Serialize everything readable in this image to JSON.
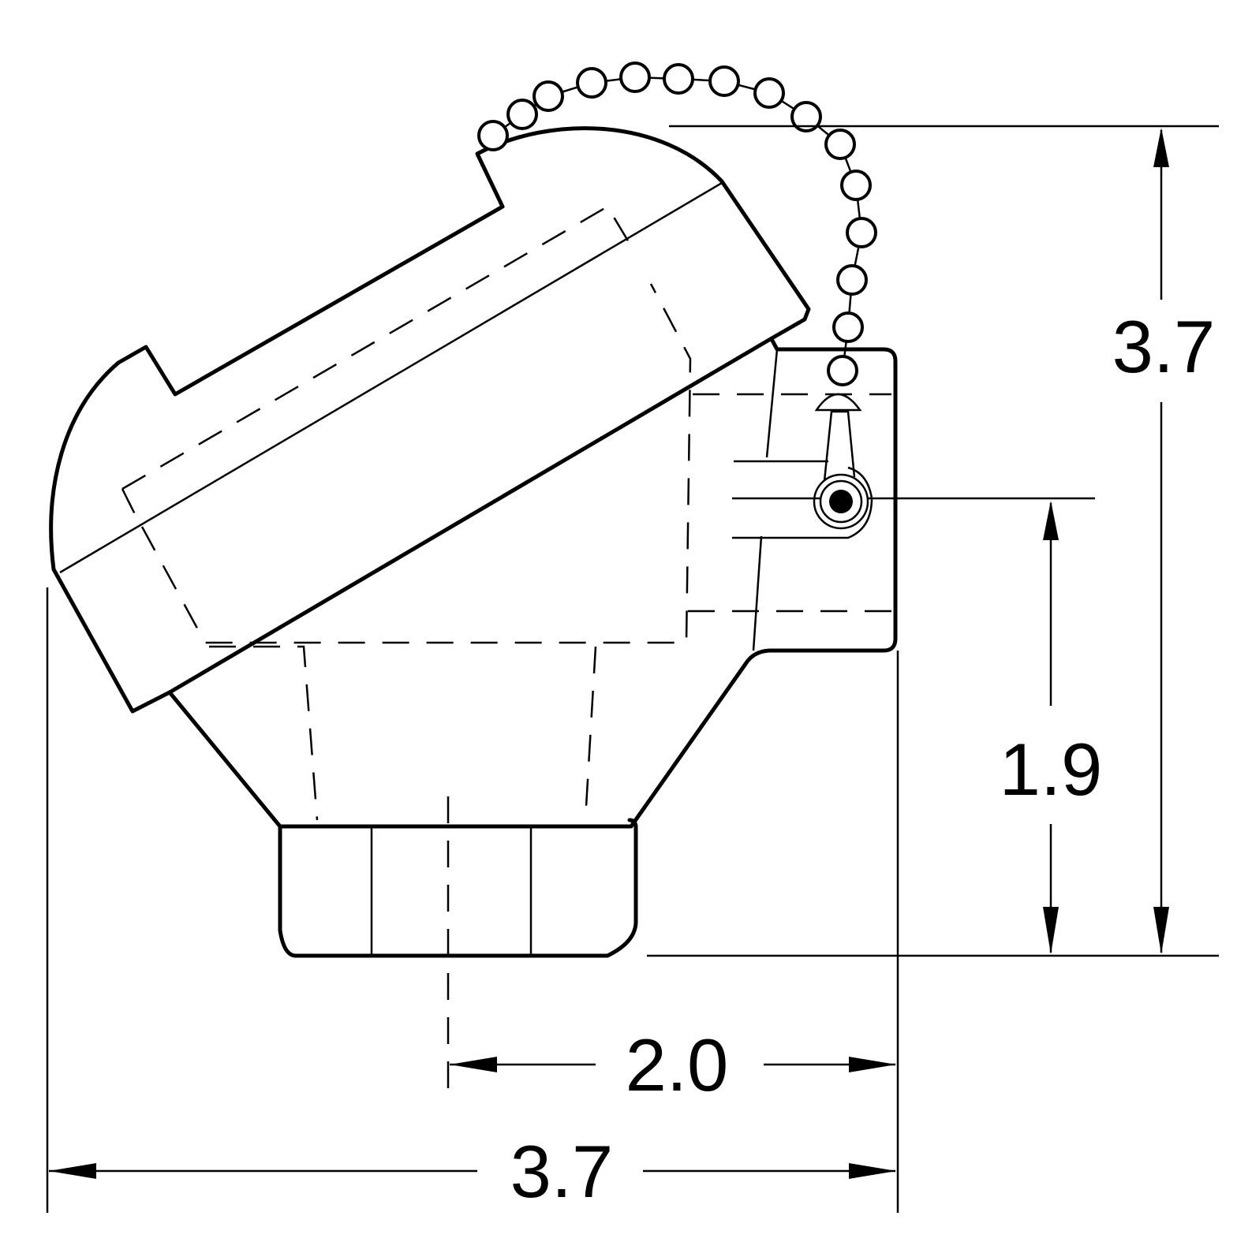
{
  "drawing": {
    "units_note": "",
    "dimensions": {
      "overall_height": "3.7",
      "conduit_height": "1.9",
      "center_to_side": "2.0",
      "overall_width": "3.7"
    },
    "line_color": "#000000",
    "background": "#ffffff"
  }
}
